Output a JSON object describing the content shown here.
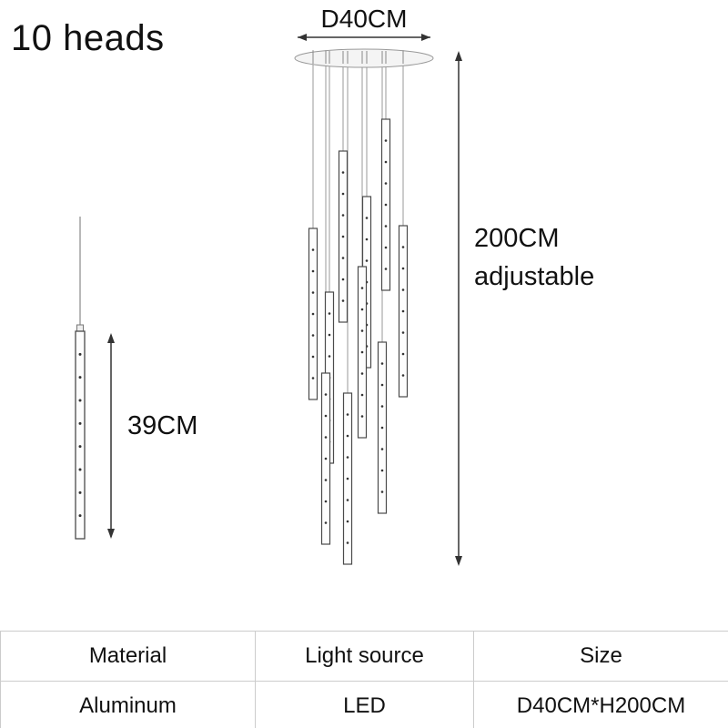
{
  "title": "10 heads",
  "labels": {
    "diameter": "D40CM",
    "height_value": "200CM",
    "height_note": "adjustable",
    "rod_length": "39CM"
  },
  "table": {
    "headers": [
      "Material",
      "Light source",
      "Size"
    ],
    "values": [
      "Aluminum",
      "LED",
      "D40CM*H200CM"
    ]
  },
  "colors": {
    "background": "#ffffff",
    "text": "#111111",
    "dimension_line": "#333333",
    "cable": "#999999",
    "rod_outline": "#4a4a4a",
    "rod_fill": "#fdfdfd",
    "plate_fill": "#f4f4f4",
    "plate_stroke": "#999999",
    "led_dot": "#333333",
    "table_border": "#cccccc"
  }
}
